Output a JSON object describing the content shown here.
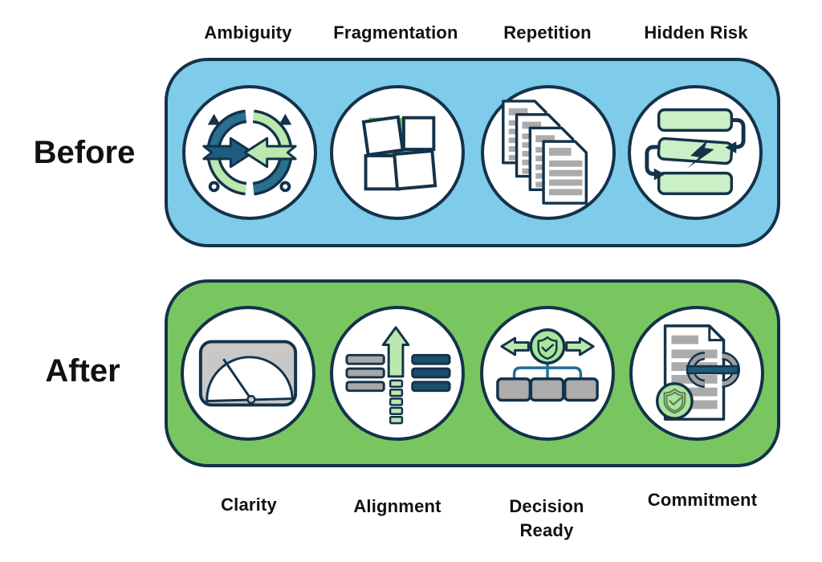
{
  "diagram": {
    "before": {
      "row_label": "Before",
      "items": [
        {
          "label": "Ambiguity",
          "icon": "opposing-arrows-dial-icon"
        },
        {
          "label": "Fragmentation",
          "icon": "scattered-squares-icon"
        },
        {
          "label": "Repetition",
          "icon": "stacked-documents-icon"
        },
        {
          "label": "Hidden Risk",
          "icon": "faulty-sequence-lightning-icon"
        }
      ]
    },
    "after": {
      "row_label": "After",
      "items": [
        {
          "label": "Clarity",
          "icon": "gauge-icon"
        },
        {
          "label": "Alignment",
          "icon": "bars-up-arrow-icon"
        },
        {
          "label": "Decision Ready",
          "icon": "hierarchy-shield-arrows-icon"
        },
        {
          "label": "Commitment",
          "icon": "document-link-shield-icon"
        }
      ]
    },
    "colors": {
      "outline": "#14324A",
      "before_band": "#7ECBEA",
      "after_band": "#79C661",
      "light_green": "#CBEFC6",
      "pale_green": "#BCE7AE",
      "mid_green": "#A9E59B",
      "accent_green": "#6FC55F",
      "steel_blue": "#2B6F8F",
      "arrow_blue": "#1D5E7F",
      "dark_teal": "#1D4E6B",
      "link_teal": "#1C5B7B",
      "connector_teal": "#1F6F96",
      "gray": "#A8A8A8",
      "text": "#111111"
    }
  }
}
